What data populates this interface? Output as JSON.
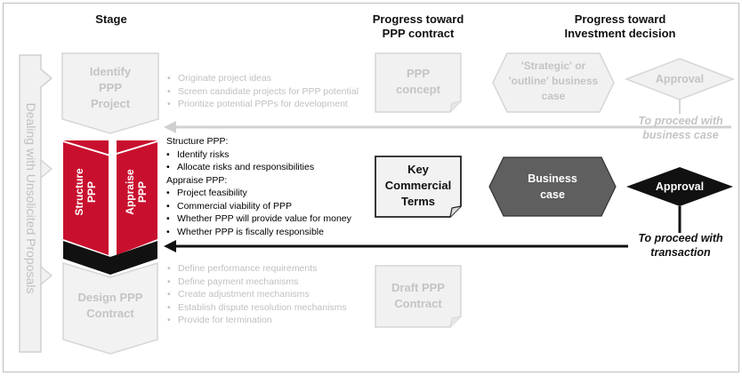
{
  "headers": {
    "stage": "Stage",
    "progress_ppp_line1": "Progress toward",
    "progress_ppp_line2": "PPP contract",
    "progress_inv_line1": "Progress toward",
    "progress_inv_line2": "Investment decision"
  },
  "vertical_label": "Dealing with Unsolicited Proposals",
  "stages": {
    "identify": {
      "line1": "Identify",
      "line2": "PPP",
      "line3": "Project"
    },
    "structure": {
      "line1": "Structure",
      "line2": "PPP"
    },
    "appraise": {
      "line1": "Appraise",
      "line2": "PPP"
    },
    "design": {
      "line1": "Design PPP",
      "line2": "Contract"
    }
  },
  "identify_bullets": [
    "Originate project ideas",
    "Screen candidate projects for PPP potential",
    "Prioritize potential PPPs for development"
  ],
  "structure_heading": "Structure PPP:",
  "structure_bullets": [
    "Identify risks",
    "Allocate risks and responsibilities"
  ],
  "appraise_heading": "Appraise PPP:",
  "appraise_bullets": [
    "Project feasibility",
    "Commercial viability of PPP",
    "Whether PPP will provide value for money",
    "Whether PPP is fiscally responsible"
  ],
  "design_bullets": [
    "Define performance requirements",
    "Define payment mechanisms",
    "Create adjustment mechanisms",
    "Establish dispute resolution mechanisms",
    "Provide for termination"
  ],
  "documents": {
    "ppp_concept": {
      "line1": "PPP",
      "line2": "concept"
    },
    "key_terms": {
      "line1": "Key",
      "line2": "Commercial",
      "line3": "Terms"
    },
    "draft_contract": {
      "line1": "Draft PPP",
      "line2": "Contract"
    }
  },
  "cases": {
    "strategic": {
      "line1": "'Strategic' or",
      "line2": "'outline' business",
      "line3": "case"
    },
    "business": {
      "line1": "Business",
      "line2": "case"
    }
  },
  "approvals": {
    "first": "Approval",
    "second": "Approval"
  },
  "notes": {
    "proceed_case_line1": "To proceed with",
    "proceed_case_line2": "business case",
    "proceed_txn_line1": "To proceed with",
    "proceed_txn_line2": "transaction"
  },
  "colors": {
    "accent_red": "#c8102e",
    "dark_gray": "#5f5f5f",
    "black": "#111111",
    "faded_gray": "#e6e6e6"
  }
}
